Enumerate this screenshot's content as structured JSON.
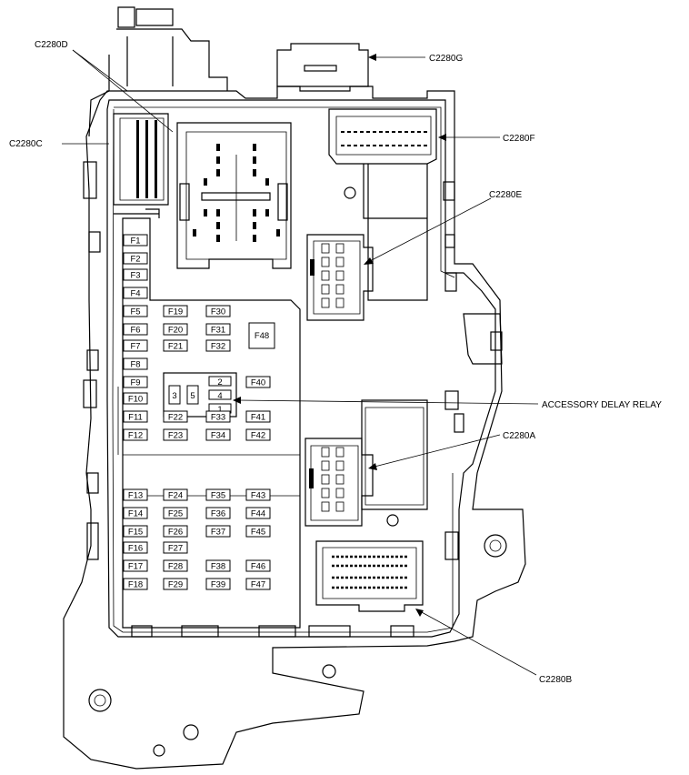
{
  "callouts": {
    "c2280d": "C2280D",
    "c2280c": "C2280C",
    "c2280g": "C2280G",
    "c2280f": "C2280F",
    "c2280e": "C2280E",
    "accessory_delay_relay": "ACCESSORY DELAY RELAY",
    "c2280a": "C2280A",
    "c2280b": "C2280B"
  },
  "fuses": {
    "col1": [
      "F1",
      "F2",
      "F3",
      "F4",
      "F5",
      "F6",
      "F7",
      "F8",
      "F9",
      "F10",
      "F11",
      "F12",
      "F13",
      "F14",
      "F15",
      "F16",
      "F17",
      "F18"
    ],
    "col2": [
      "F19",
      "F20",
      "F21",
      "F22",
      "F23",
      "F24",
      "F25",
      "F26",
      "F27",
      "F28",
      "F29"
    ],
    "col3": [
      "F30",
      "F31",
      "F32",
      "F33",
      "F34",
      "F35",
      "F36",
      "F37",
      "F38",
      "F39"
    ],
    "col4": [
      "F40",
      "F41",
      "F42",
      "F43",
      "F44",
      "F45",
      "F46",
      "F47"
    ],
    "big": "F48"
  },
  "relay_pins": [
    "1",
    "2",
    "3",
    "4",
    "5"
  ]
}
